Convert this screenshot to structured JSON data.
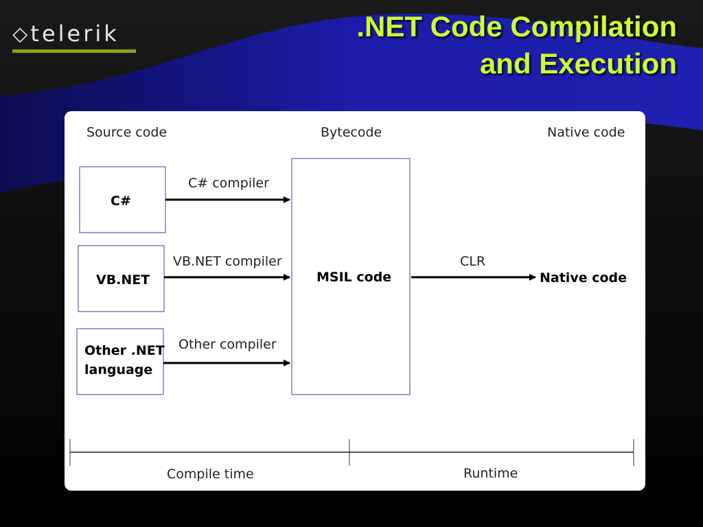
{
  "logo": {
    "text": "telerik",
    "icon": "telerik-logo-icon"
  },
  "title": {
    "line1": ".NET Code Compilation",
    "line2": "and Execution"
  },
  "diagram": {
    "columns": {
      "source": "Source code",
      "bytecode": "Bytecode",
      "native": "Native code"
    },
    "languages": [
      {
        "label": "C#",
        "compiler": "C# compiler"
      },
      {
        "label": "VB.NET",
        "compiler": "VB.NET compiler"
      },
      {
        "label_line1": "Other .NET",
        "label_line2": "language",
        "compiler": "Other compiler"
      }
    ],
    "msil": "MSIL code",
    "clr": "CLR",
    "native_result": "Native code",
    "timeline": {
      "compile": "Compile time",
      "runtime": "Runtime"
    }
  },
  "colors": {
    "title": "#ccff33",
    "box_border": "#334499",
    "swoosh": "#1a1aa0"
  }
}
